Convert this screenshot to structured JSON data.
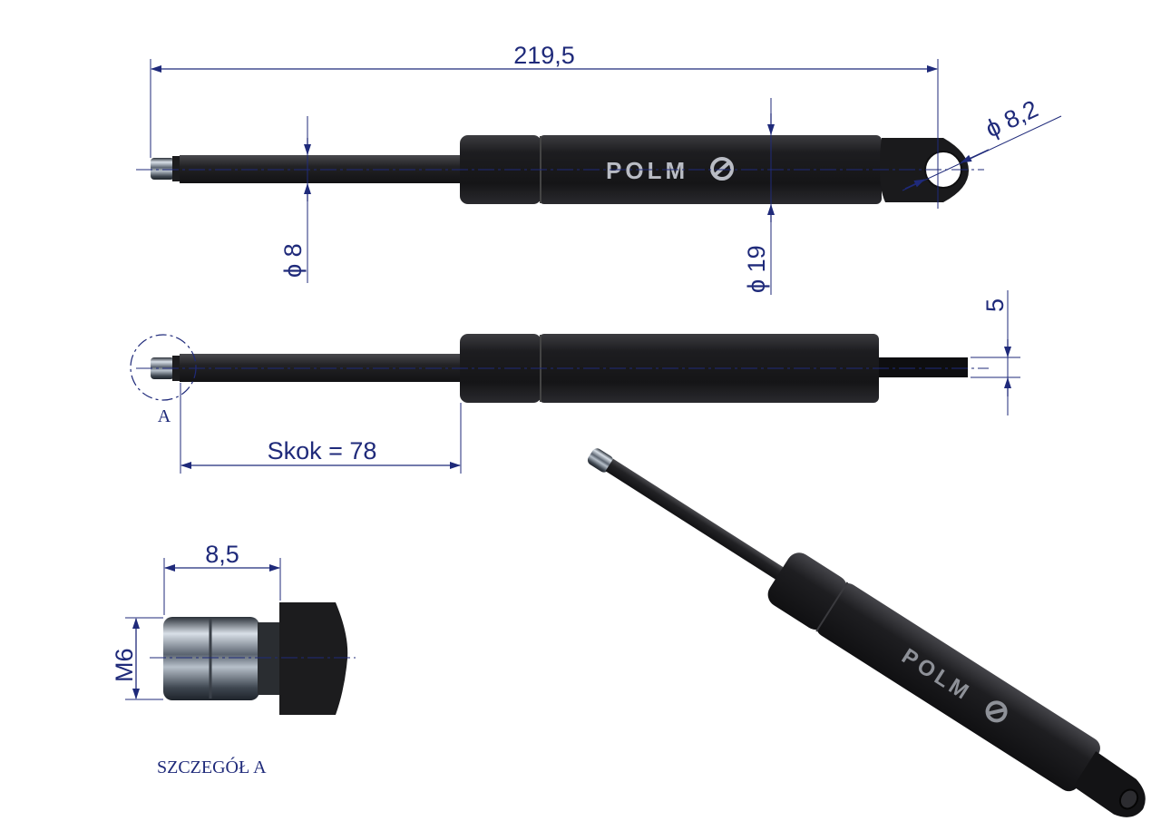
{
  "drawing": {
    "dimensions": {
      "overall_length": "219,5",
      "eye_diameter": "ϕ 8,2",
      "rod_diameter": "ϕ 8",
      "body_diameter": "ϕ 19",
      "end_thickness": "5",
      "stroke": "Skok =  78",
      "detail_length": "8,5",
      "thread": "M6"
    },
    "labels": {
      "detail_marker": "A",
      "detail_title": "SZCZEGÓŁ A",
      "brand": "POLM"
    },
    "colors": {
      "dimension": "#1f2a7a",
      "body": "#1b1b1d",
      "brand_text": "#b9bcc4"
    }
  }
}
